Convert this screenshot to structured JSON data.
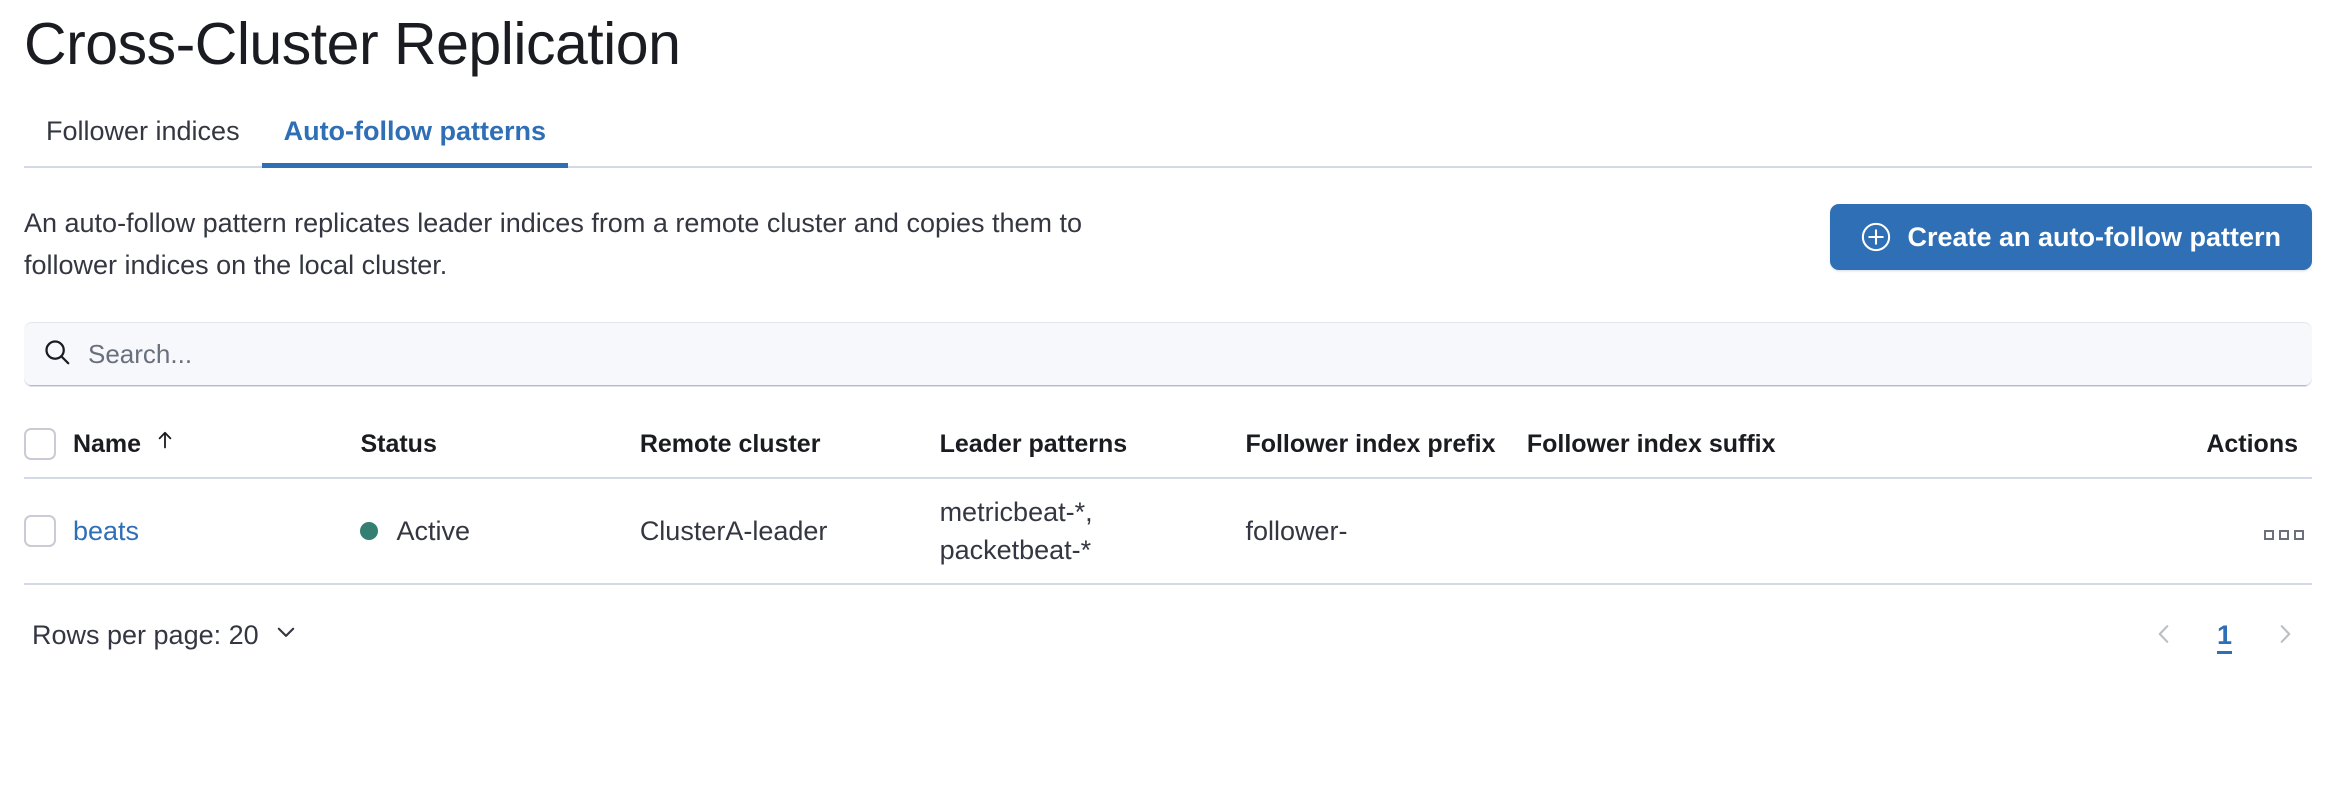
{
  "page": {
    "title": "Cross-Cluster Replication"
  },
  "tabs": [
    {
      "label": "Follower indices",
      "selected": false
    },
    {
      "label": "Auto-follow patterns",
      "selected": true
    }
  ],
  "description": "An auto-follow pattern replicates leader indices from a remote cluster and copies them to follower indices on the local cluster.",
  "create_button": {
    "label": "Create an auto-follow pattern",
    "icon": "plus-in-circle-icon",
    "color": "#2f6fb5"
  },
  "search": {
    "value": "",
    "placeholder": "Search...",
    "icon": "search-icon"
  },
  "table": {
    "columns": [
      {
        "key": "name",
        "label": "Name",
        "sorted": true,
        "sort_direction": "asc",
        "sort_icon": "sort-up-arrow-icon"
      },
      {
        "key": "status",
        "label": "Status"
      },
      {
        "key": "remote_cluster",
        "label": "Remote cluster"
      },
      {
        "key": "leader_patterns",
        "label": "Leader patterns"
      },
      {
        "key": "follower_index_prefix",
        "label": "Follower index prefix"
      },
      {
        "key": "follower_index_suffix",
        "label": "Follower index suffix"
      },
      {
        "key": "actions",
        "label": "Actions"
      }
    ],
    "rows": [
      {
        "name": "beats",
        "status": "Active",
        "status_color": "#357f72",
        "remote_cluster": "ClusterA-leader",
        "leader_patterns": "metricbeat-*,\npacketbeat-*",
        "follower_index_prefix": "follower-",
        "follower_index_suffix": "",
        "actions_icon": "boxes-horizontal-icon"
      }
    ]
  },
  "footer": {
    "rows_per_page_label": "Rows per page: 20",
    "rows_per_page_icon": "chevron-down-icon",
    "pagination": {
      "prev_icon": "chevron-left-icon",
      "next_icon": "chevron-right-icon",
      "pages": [
        "1"
      ],
      "active_page": "1"
    }
  }
}
